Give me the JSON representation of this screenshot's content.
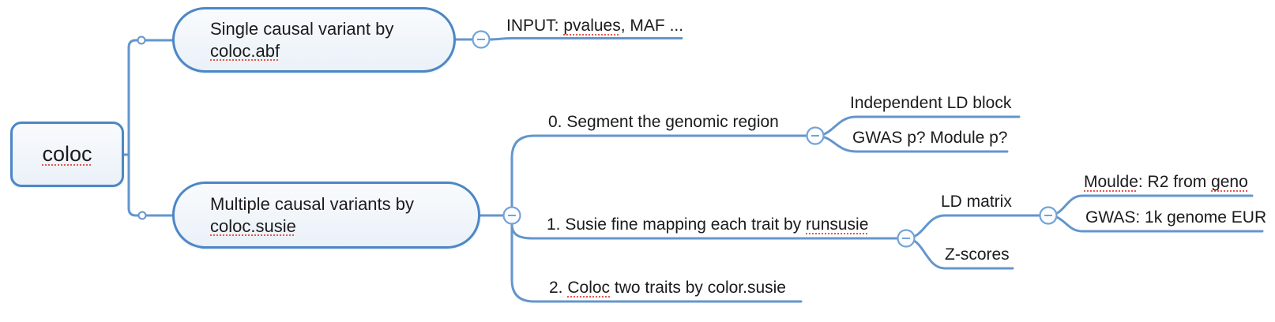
{
  "app": {
    "type": "mind-map-canvas"
  },
  "colors": {
    "connector_line": "#6496cd",
    "node_border": "#4c87c6",
    "node_fill_top": "#f9fbfd",
    "node_fill_bottom": "#eaf1f8",
    "text": "#1b1b1d",
    "spellcheck_underline": "#e8554d",
    "collapse_button_fill": "#fbfdff",
    "background": "#ffffff"
  },
  "icons": {
    "collapse_button": "minus-in-circle",
    "connector_dot": "small-open-circle"
  },
  "root": {
    "label": "coloc",
    "misspelled": [
      "coloc"
    ]
  },
  "branches": {
    "abf": {
      "topic": {
        "label": "Single causal variant by\ncoloc.abf",
        "misspelled": [
          "coloc.abf"
        ]
      },
      "children": {
        "input": {
          "label": "INPUT: pvalues, MAF ...",
          "misspelled": [
            "pvalues"
          ]
        }
      }
    },
    "susie": {
      "topic": {
        "label": "Multiple causal variants by\ncoloc.susie",
        "misspelled": [
          "coloc.susie"
        ]
      },
      "children": {
        "segment": {
          "label": "0. Segment the genomic region",
          "misspelled": [],
          "children": {
            "ld_block": {
              "label": "Independent LD block",
              "misspelled": []
            },
            "gwas_p": {
              "label": "GWAS p? Module p?",
              "misspelled": []
            }
          }
        },
        "finemap": {
          "label": "1. Susie fine mapping each trait by runsusie",
          "misspelled": [
            "runsusie"
          ],
          "children": {
            "ld_matrix": {
              "label": "LD matrix",
              "misspelled": [],
              "children": {
                "moulde": {
                  "label": "Moulde: R2 from geno",
                  "misspelled": [
                    "Moulde",
                    "geno"
                  ]
                },
                "gwas_1k": {
                  "label": "GWAS: 1k genome EUR",
                  "misspelled": []
                }
              }
            },
            "zscores": {
              "label": "Z-scores",
              "misspelled": []
            }
          }
        },
        "coloc_two": {
          "label": "2. Coloc two traits by color.susie",
          "misspelled": [
            "Coloc"
          ]
        }
      }
    }
  }
}
